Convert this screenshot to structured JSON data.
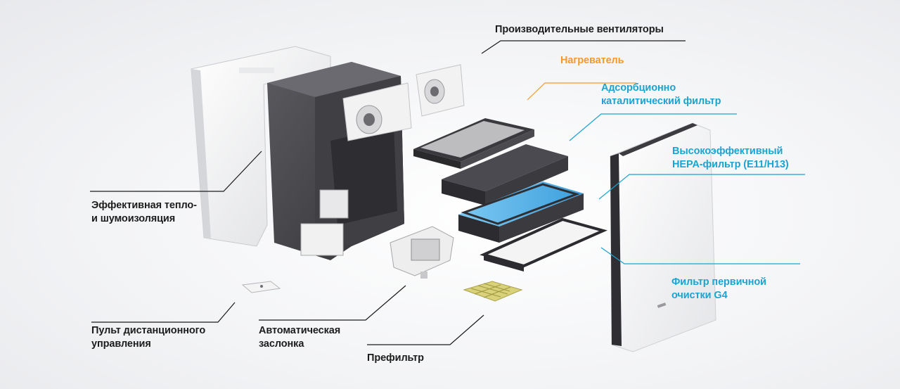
{
  "diagram": {
    "colors": {
      "dark_label": "#1c1c1c",
      "heater": "#f39a2a",
      "filter": "#1aa4d0",
      "housing_dark": "#4a4a4e",
      "panel_white": "#f6f6f6",
      "hepa_blue": "#5cb8ec",
      "prefilter_yellow": "#d9d27a"
    },
    "labels": {
      "fans": "Производительные вентиляторы",
      "heater": "Нагреватель",
      "adsorption": [
        "Адсорбционно",
        "каталитический фильтр"
      ],
      "hepa": [
        "Высокоэффективный",
        "HEPA-фильтр (E11/H13)"
      ],
      "insulation": [
        "Эффективная тепло-",
        "и шумоизоляция"
      ],
      "g4": [
        "Фильтр первичной",
        "очистки G4"
      ],
      "remote": [
        "Пульт дистанционного",
        "управления"
      ],
      "damper": [
        "Автоматическая",
        "заслонка"
      ],
      "prefilter": "Префильтр"
    }
  }
}
